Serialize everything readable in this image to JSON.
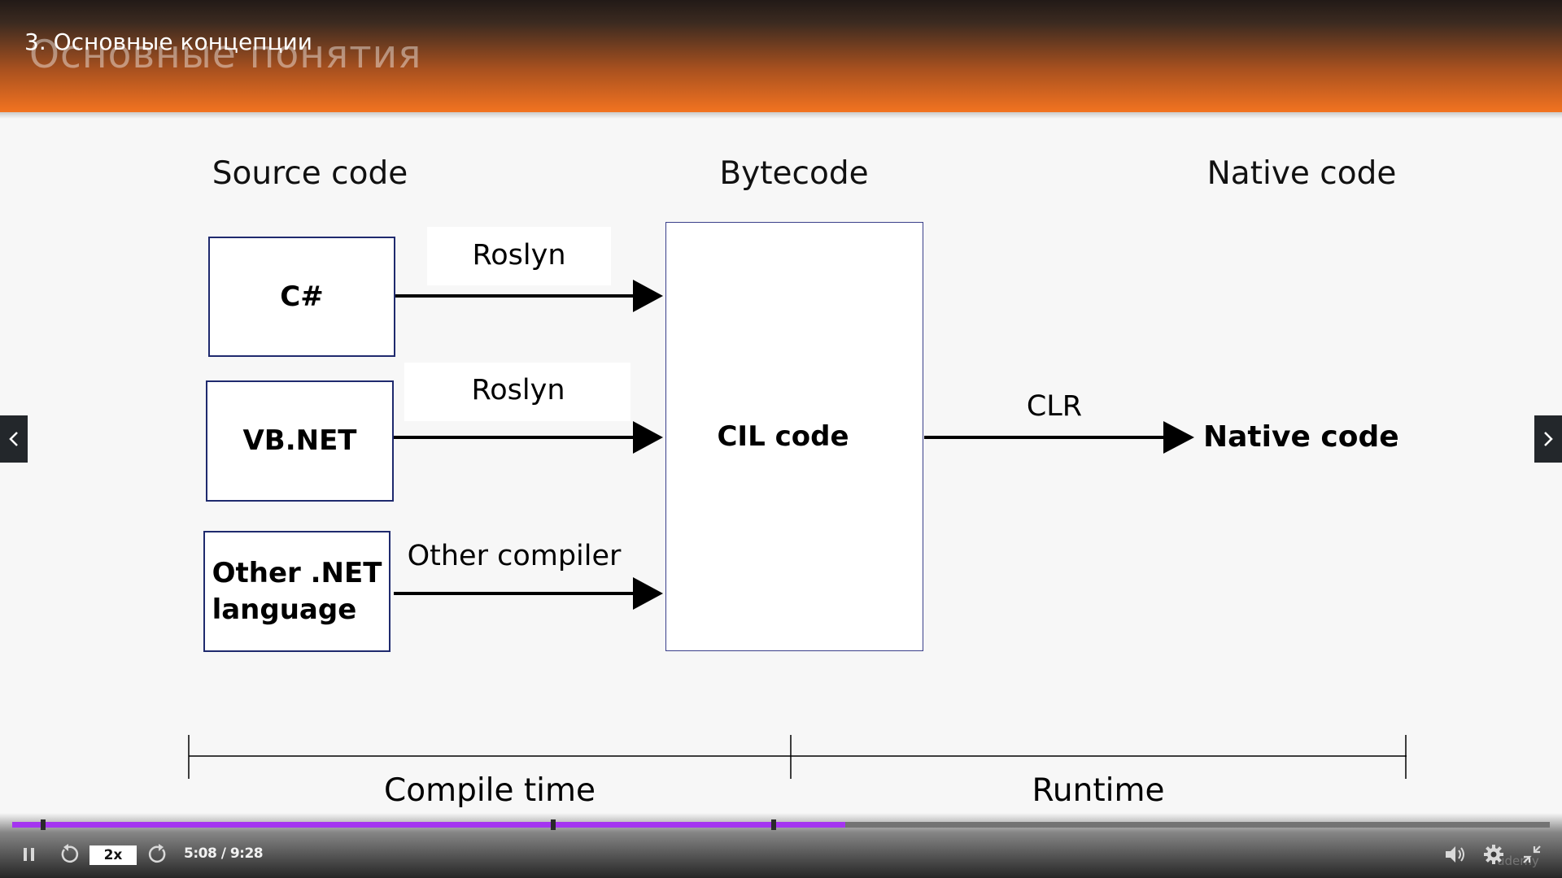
{
  "player": {
    "video_title": "3. Основные концепции",
    "speed": "2x",
    "time_display": "5:08 / 9:28",
    "progress": 0.542,
    "chapter_marks": [
      0.02,
      0.352,
      0.495
    ],
    "accent_color": "#a435f0",
    "watermark": "udemy"
  },
  "slide": {
    "title": "Основные понятия",
    "headings": {
      "source": "Source code",
      "bytecode": "Bytecode",
      "native": "Native code"
    },
    "languages": [
      {
        "label": "C#",
        "compiler": "Roslyn"
      },
      {
        "label": "VB.NET",
        "compiler": "Roslyn"
      },
      {
        "label_line1": "Other .NET",
        "label_line2": "language",
        "compiler": "Other compiler"
      }
    ],
    "cil_label": "CIL code",
    "clr_label": "CLR",
    "native_output_label": "Native code",
    "timeline": {
      "compile": "Compile time",
      "runtime": "Runtime"
    }
  },
  "icons": [
    "pause-icon",
    "rewind-icon",
    "forward-icon",
    "volume-icon",
    "settings-icon",
    "fullscreen-exit-icon",
    "chevron-left-icon",
    "chevron-right-icon"
  ]
}
